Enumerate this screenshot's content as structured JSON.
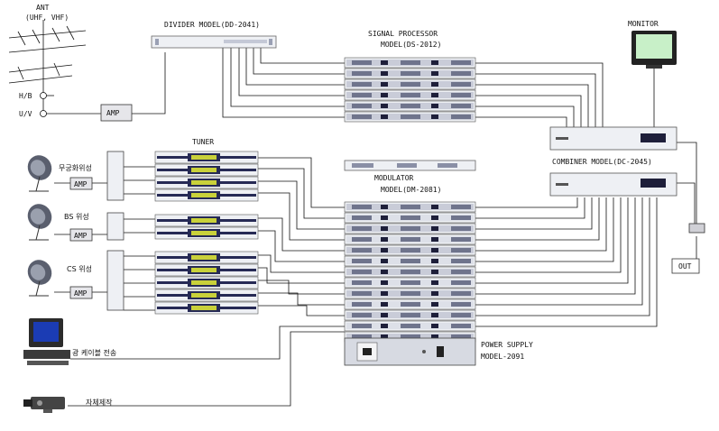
{
  "labels": {
    "ant_title": "ANT",
    "ant_band": "(UHF, VHF)",
    "ant_port_1": "H/B",
    "ant_port_2": "U/V",
    "amp_ant": "AMP",
    "divider": "DIVIDER  MODEL(DD-2041)",
    "signal_processor_1": "SIGNAL PROCESSOR",
    "signal_processor_2": "MODEL(DS-2012)",
    "monitor": "MONITOR",
    "tuner": "TUNER",
    "sat_1": "무궁화위성",
    "sat_2": "BS 위성",
    "sat_3": "CS 위성",
    "amp_sat_1": "AMP",
    "amp_sat_2": "AMP",
    "amp_sat_3": "AMP",
    "modulator_1": "MODULATOR",
    "modulator_2": "MODEL(DM-2081)",
    "combiner": "COMBINER  MODEL(DC-2045)",
    "out": "OUT",
    "power_supply_1": "POWER SUPPLY",
    "power_supply_2": "MODEL-2091",
    "fiber": "광 케이블 전송",
    "self_production": "자체제작"
  },
  "colors": {
    "rack_light": "#eef0f4",
    "rack_dark": "#1e1f3a",
    "rack_mid": "#9aa0b4",
    "tuner_band": "#262a55",
    "monitor_screen": "#c8f0c8",
    "wire": "#111111"
  },
  "icons": [
    "antenna-icon",
    "satellite-dish-icon",
    "computer-icon",
    "camera-icon",
    "monitor-icon"
  ]
}
